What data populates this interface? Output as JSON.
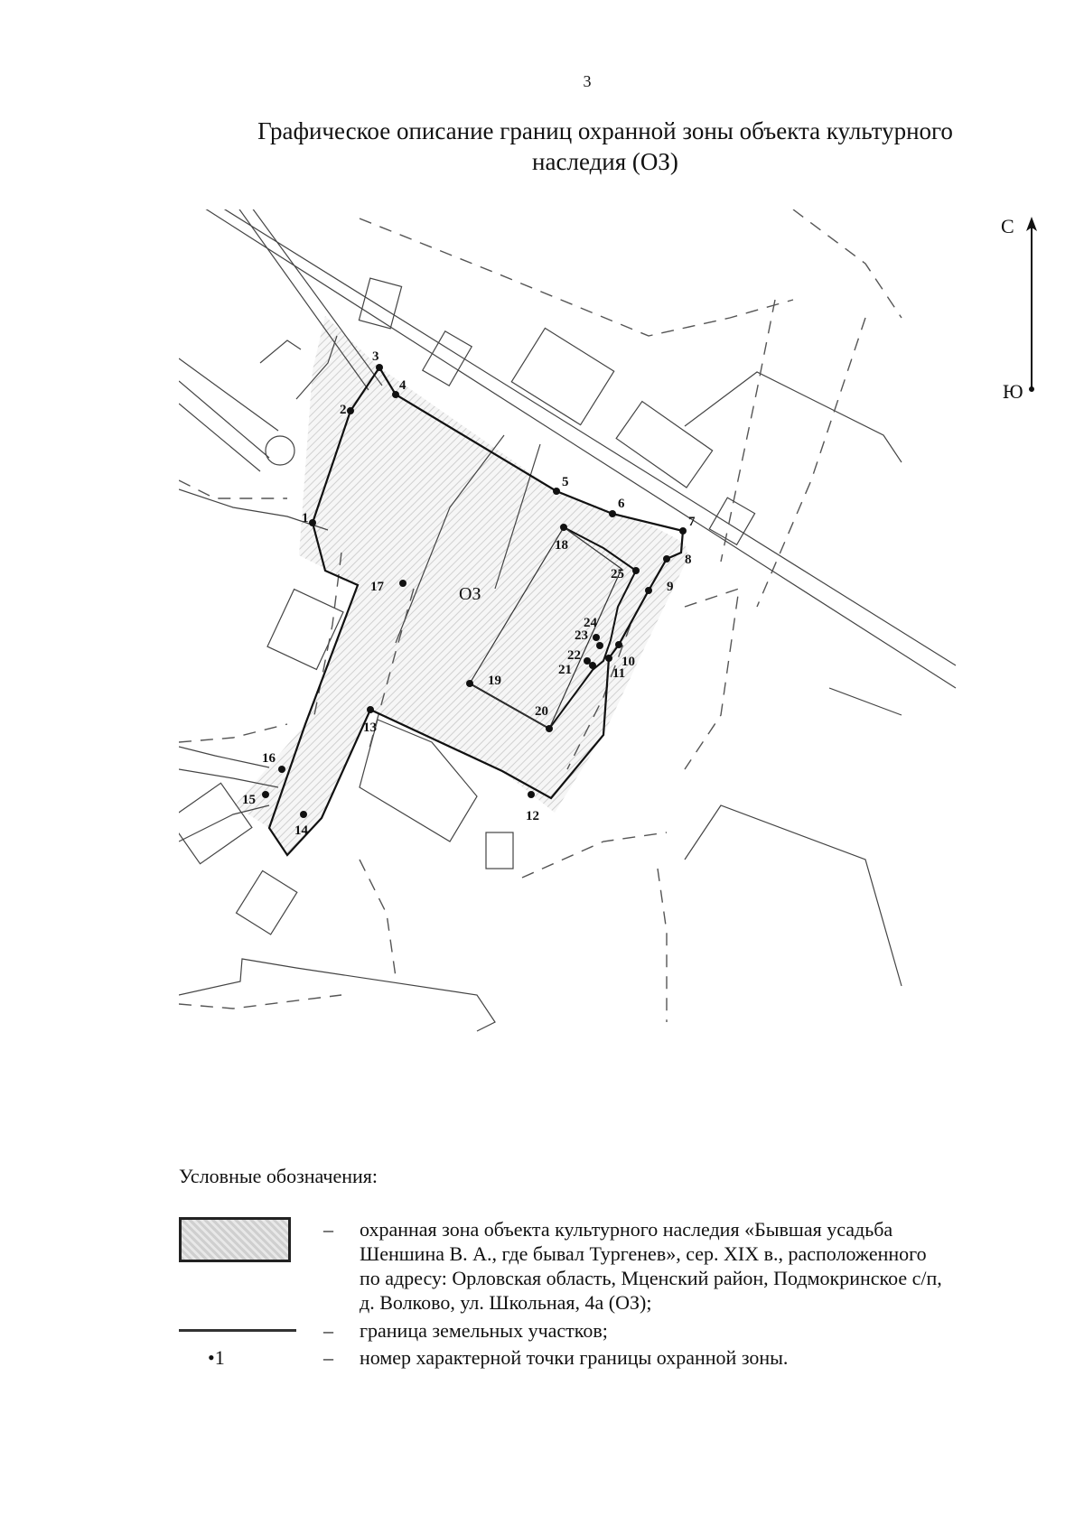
{
  "page_number": "3",
  "title": {
    "line1": "Графическое описание границ охранной зоны объекта культурного",
    "line2": "наследия (ОЗ)"
  },
  "compass": {
    "north": "С",
    "south": "Ю"
  },
  "map": {
    "zone_label": "ОЗ",
    "points": [
      {
        "id": "1",
        "label": "1"
      },
      {
        "id": "2",
        "label": "2"
      },
      {
        "id": "3",
        "label": "3"
      },
      {
        "id": "4",
        "label": "4"
      },
      {
        "id": "5",
        "label": "5"
      },
      {
        "id": "6",
        "label": "6"
      },
      {
        "id": "7",
        "label": "7"
      },
      {
        "id": "8",
        "label": "8"
      },
      {
        "id": "9",
        "label": "9"
      },
      {
        "id": "10",
        "label": "10"
      },
      {
        "id": "11",
        "label": "11"
      },
      {
        "id": "12",
        "label": "12"
      },
      {
        "id": "13",
        "label": "13"
      },
      {
        "id": "14",
        "label": "14"
      },
      {
        "id": "15",
        "label": "15"
      },
      {
        "id": "16",
        "label": "16"
      },
      {
        "id": "17",
        "label": "17"
      },
      {
        "id": "18",
        "label": "18"
      },
      {
        "id": "19",
        "label": "19"
      },
      {
        "id": "20",
        "label": "20"
      },
      {
        "id": "21",
        "label": "21"
      },
      {
        "id": "22",
        "label": "22"
      },
      {
        "id": "23",
        "label": "23"
      },
      {
        "id": "24",
        "label": "24"
      },
      {
        "id": "25",
        "label": "25"
      }
    ]
  },
  "legend": {
    "title": "Условные обозначения:",
    "dash": "–",
    "zone_text_1": "охранная зона объекта культурного наследия «Бывшая усадьба",
    "zone_text_2": "Шеншина В. А., где бывал Тургенев», сер. XIX в., расположенного",
    "zone_text_3": "по адресу: Орловская область, Мценский район, Подмокринское с/п,",
    "zone_text_4": "д. Волково, ул. Школьная, 4а (ОЗ);",
    "line_text": "граница земельных участков;",
    "point_symbol": "•1",
    "point_text": "номер характерной точки границы охранной зоны."
  }
}
